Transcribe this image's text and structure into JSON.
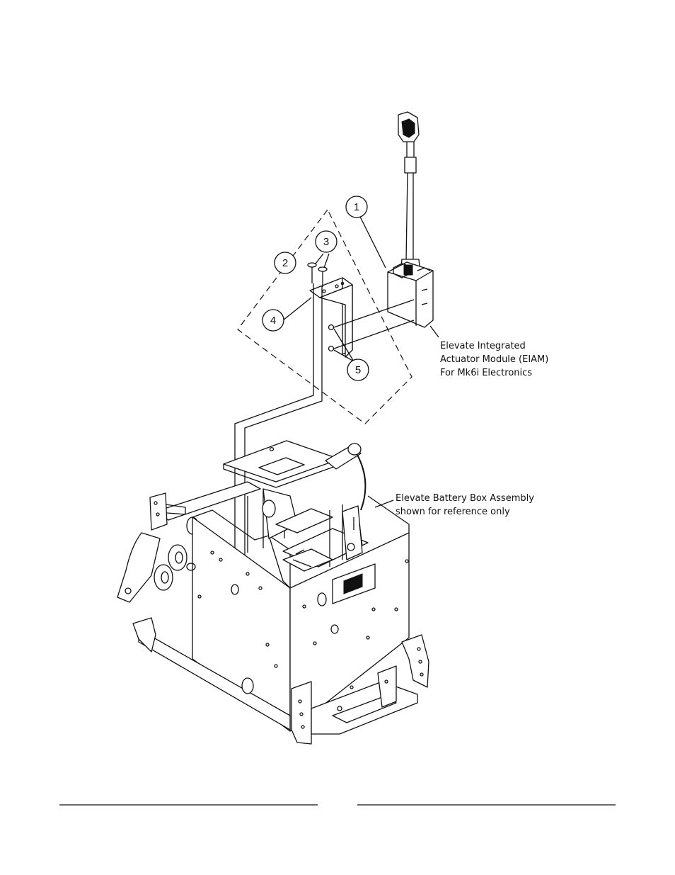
{
  "callouts": [
    "1",
    "2",
    "3",
    "4",
    "5"
  ],
  "notes": {
    "eiam": [
      "Elevate Integrated",
      "Actuator Module (EIAM)",
      "For Mk6i Electronics"
    ],
    "battery_box": [
      "Elevate Battery Box Assembly",
      "shown for reference only"
    ]
  },
  "colors": {
    "line": "#111111",
    "background": "#ffffff"
  }
}
